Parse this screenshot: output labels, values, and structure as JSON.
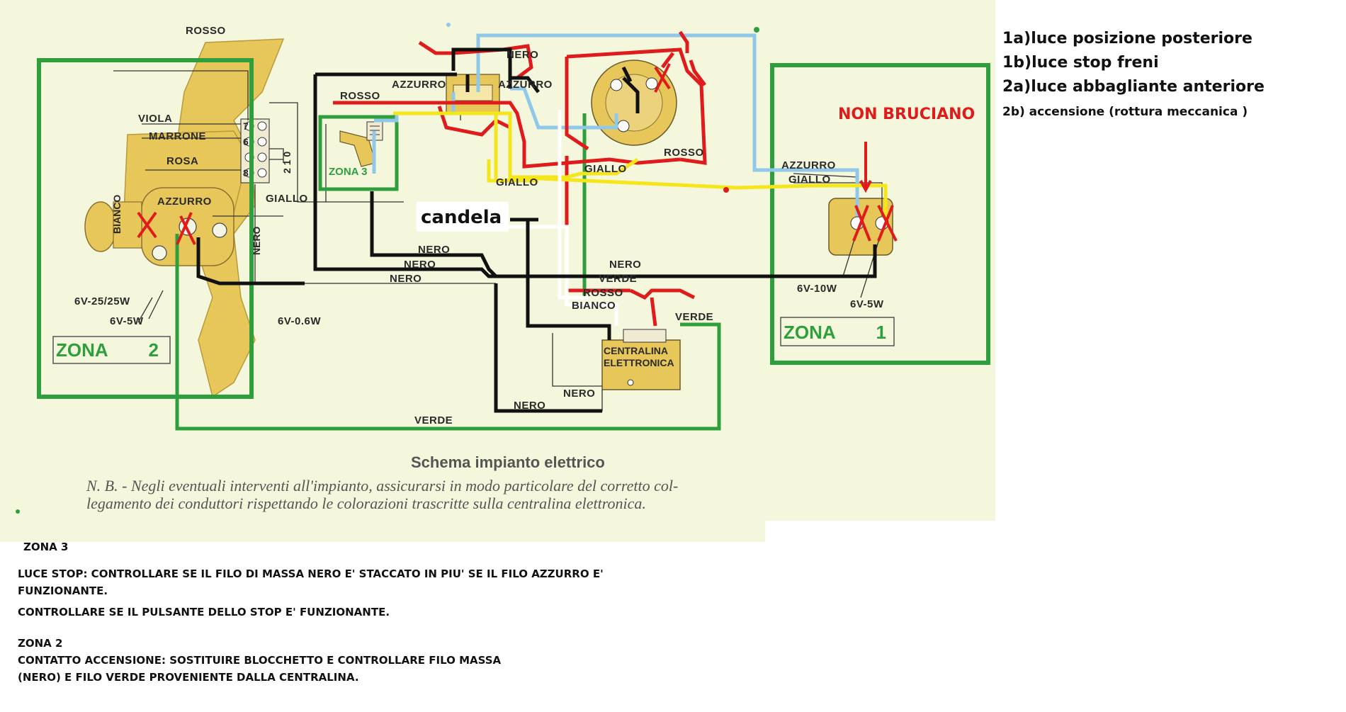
{
  "legend": {
    "item1a": "1a)luce posizione posteriore",
    "item1b": "1b)luce stop freni",
    "item2a": "2a)luce abbagliante anteriore",
    "item2b": "2b) accensione (rottura meccanica )"
  },
  "diagram": {
    "non_bruciano": "NON BRUCIANO",
    "candela": "candela",
    "zona1": "ZONA        1",
    "zona2": "ZONA        2",
    "zona3": "ZONA 3",
    "wire_labels": {
      "rosso_top": "ROSSO",
      "viola": "VIOLA",
      "marrone": "MARRONE",
      "rosa": "ROSA",
      "bianco": "BIANCO",
      "azzurro_left": "AZZURRO",
      "giallo_left": "GIALLO",
      "nero_vertical": "NERO",
      "v6_25": "6V-25/25W",
      "v6_5_left": "6V-5W",
      "v6_06": "6V-0.6W",
      "rosso_mid": "ROSSO",
      "azzurro_mid1": "AZZURRO",
      "azzurro_mid2": "AZZURRO",
      "nero_top": "NERO",
      "giallo_mid": "GIALLO",
      "giallo_right_mid": "GIALLO",
      "rosso_right": "ROSSO",
      "nero_mid1": "NERO",
      "nero_mid2": "NERO",
      "nero_mid3": "NERO",
      "nero_center": "NERO",
      "verde_center": "VERDE",
      "rosso_center": "ROSSO",
      "bianco_center": "BIANCO",
      "verde_right": "VERDE",
      "centralina": "CENTRALINA",
      "elettronica": "ELETTRONICA",
      "nero_bottom1": "NERO",
      "nero_bottom2": "NERO",
      "verde_bottom": "VERDE",
      "azzurro_right": "AZZURRO",
      "giallo_right": "GIALLO",
      "v6_10": "6V-10W",
      "v6_5_right": "6V-5W",
      "terminals": "2 1 0",
      "term7": "7",
      "term6": "6",
      "term8": "8"
    },
    "caption_title": "Schema impianto elettrico",
    "caption_line1": "N. B. - Negli eventuali interventi all'impianto, assicurarsi in modo particolare del corretto col-",
    "caption_line2": "legamento dei conduttori rispettando le colorazioni trascritte sulla centralina elettronica.",
    "colors": {
      "paper": "#f4f7dc",
      "part": "#e8c75a",
      "zone_green": "#2f9e3c",
      "wire_red": "#e01b1b",
      "wire_yellow": "#f5e61a",
      "wire_blue": "#8fc8e8",
      "wire_black": "#111111",
      "wire_green": "#2f9e3c"
    }
  },
  "notes": {
    "zona3_title": "ZONA 3",
    "zona3_line1": "LUCE STOP: CONTROLLARE SE IL FILO DI MASSA NERO E' STACCATO IN PIU' SE IL FILO AZZURRO E'",
    "zona3_line2": "FUNZIONANTE.",
    "zona3_line3": "CONTROLLARE SE IL PULSANTE DELLO STOP E' FUNZIONANTE.",
    "zona2_title": "ZONA 2",
    "zona2_line1": "CONTATTO ACCENSIONE: SOSTITUIRE BLOCCHETTO E CONTROLLARE FILO MASSA",
    "zona2_line2": "(NERO) E FILO VERDE PROVENIENTE DALLA CENTRALINA."
  }
}
